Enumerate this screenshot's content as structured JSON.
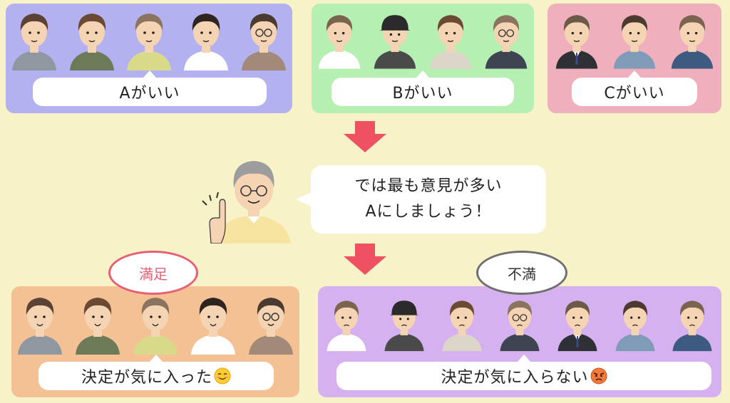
{
  "colors": {
    "background": "#f8f2c9",
    "group_a": "#b3b1ef",
    "group_b": "#b6efb2",
    "group_c": "#f0afbd",
    "satisfied_panel": "#f3c193",
    "unsatisfied_panel": "#d5b2ef",
    "arrow": "#ee5161",
    "satisfied_border": "#e85e72",
    "unsatisfied_border": "#6f6f6f"
  },
  "groups": [
    {
      "id": "a",
      "label": "Aがいい"
    },
    {
      "id": "b",
      "label": "Bがいい"
    },
    {
      "id": "c",
      "label": "Cがいい"
    }
  ],
  "teacher": {
    "icon": "teacher-icon",
    "line1": "では最も意見が多い",
    "line2": "Aにしましょう！"
  },
  "outcome": {
    "satisfied": {
      "badge": "満足",
      "label": "決定が気に入った",
      "emoji_icon": "smiling-face-icon"
    },
    "unsatisfied": {
      "badge": "不満",
      "label": "決定が気に入らない",
      "emoji_icon": "angry-face-icon"
    }
  }
}
